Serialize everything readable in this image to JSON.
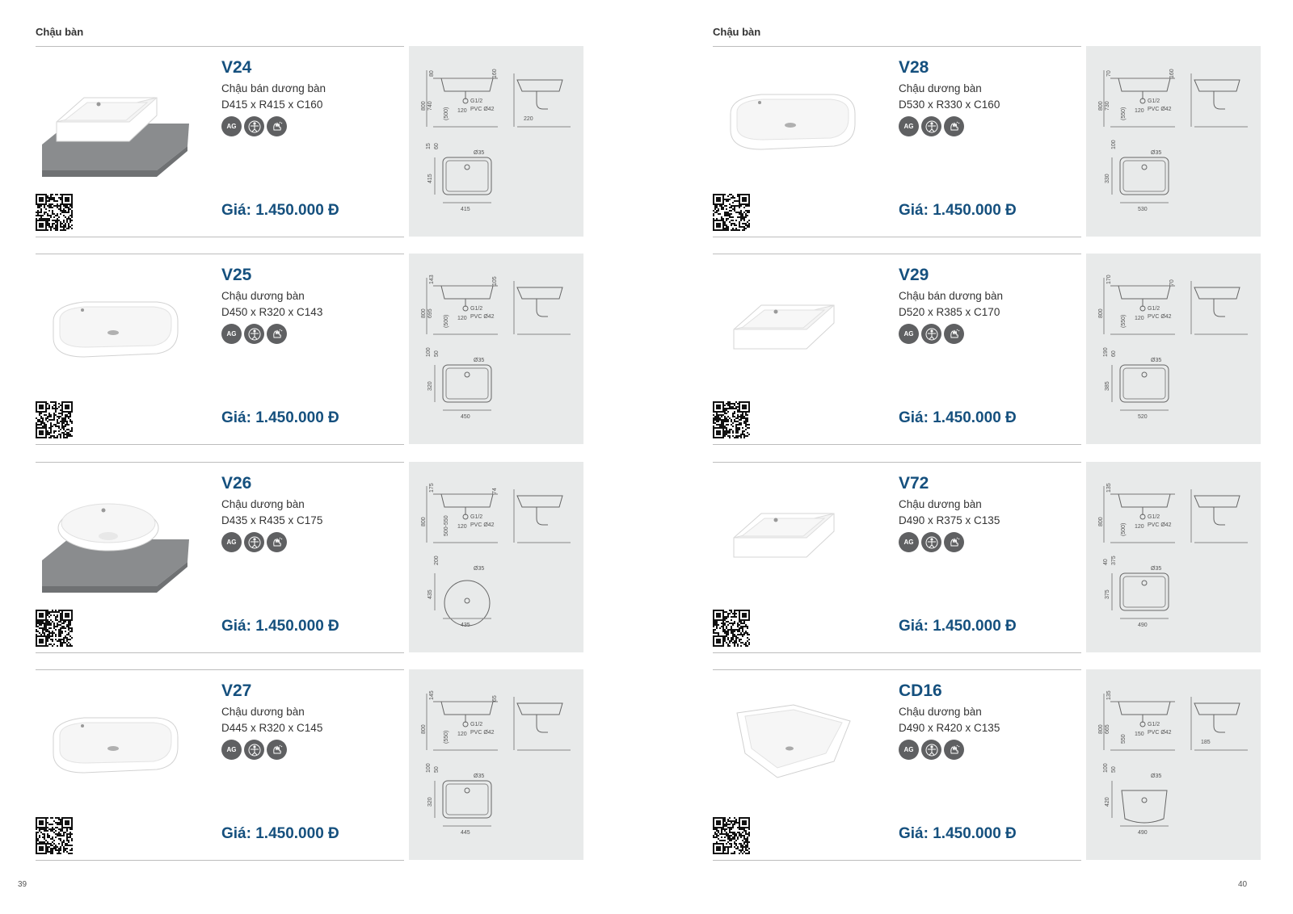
{
  "pages": [
    {
      "section_title": "Chậu bàn",
      "page_number": "39",
      "products": [
        {
          "model": "V24",
          "type": "Chậu bán dương bàn",
          "dims": "D415 x R415 x C160",
          "price": "Giá: 1.450.000 Đ"
        },
        {
          "model": "V25",
          "type": "Chậu dương bàn",
          "dims": "D450 x R320 x C143",
          "price": "Giá: 1.450.000 Đ"
        },
        {
          "model": "V26",
          "type": "Chậu dương bàn",
          "dims": "D435 x R435 x C175",
          "price": "Giá: 1.450.000 Đ"
        },
        {
          "model": "V27",
          "type": "Chậu dương bàn",
          "dims": "D445 x R320 x C145",
          "price": "Giá: 1.450.000 Đ"
        }
      ]
    },
    {
      "section_title": "Chậu bàn",
      "page_number": "40",
      "products": [
        {
          "model": "V28",
          "type": "Chậu dương bàn",
          "dims": "D530 x R330 x C160",
          "price": "Giá: 1.450.000 Đ"
        },
        {
          "model": "V29",
          "type": "Chậu bán dương bàn",
          "dims": "D520 x R385 x C170",
          "price": "Giá: 1.450.000 Đ"
        },
        {
          "model": "V72",
          "type": "Chậu dương bàn",
          "dims": "D490 x R375 x C135",
          "price": "Giá: 1.450.000 Đ"
        },
        {
          "model": "CD16",
          "type": "Chậu dương bàn",
          "dims": "D490 x R420 x C135",
          "price": "Giá: 1.450.000 Đ"
        }
      ]
    }
  ],
  "badge_text": "AG",
  "drawings": {
    "V24": {
      "a": "80",
      "b": "160",
      "c": "800",
      "d": "740",
      "e": "(500)",
      "f": "120",
      "g": "G1/2",
      "h": "PVC Ø42",
      "i": "220",
      "j": "15",
      "k": "60",
      "l": "415",
      "m": "Ø35",
      "n": "415"
    },
    "V25": {
      "a": "143",
      "b": "105",
      "c": "800",
      "d": "695",
      "e": "(500)",
      "f": "120",
      "g": "G1/2",
      "h": "PVC Ø42",
      "i": "",
      "j": "100",
      "k": "50",
      "l": "320",
      "m": "Ø35",
      "n": "450"
    },
    "V26": {
      "a": "175",
      "b": "74",
      "c": "800",
      "d": "",
      "e": "500-550",
      "f": "120",
      "g": "G1/2",
      "h": "PVC Ø42",
      "i": "",
      "j": "",
      "k": "200",
      "l": "435",
      "m": "Ø35",
      "n": "435"
    },
    "V27": {
      "a": "145",
      "b": "65",
      "c": "800",
      "d": "",
      "e": "(550)",
      "f": "120",
      "g": "G1/2",
      "h": "PVC Ø42",
      "i": "",
      "j": "100",
      "k": "50",
      "l": "320",
      "m": "Ø35",
      "n": "445"
    },
    "V28": {
      "a": "70",
      "b": "160",
      "c": "800",
      "d": "730",
      "e": "(550)",
      "f": "120",
      "g": "G1/2",
      "h": "PVC Ø42",
      "i": "",
      "j": "",
      "k": "100",
      "l": "330",
      "m": "Ø35",
      "n": "530"
    },
    "V29": {
      "a": "170",
      "b": "70",
      "c": "800",
      "d": "",
      "e": "(550)",
      "f": "120",
      "g": "G1/2",
      "h": "PVC Ø42",
      "i": "",
      "j": "190",
      "k": "60",
      "l": "385",
      "m": "Ø35",
      "n": "520"
    },
    "V72": {
      "a": "135",
      "b": "",
      "c": "800",
      "d": "",
      "e": "(500)",
      "f": "120",
      "g": "G1/2",
      "h": "PVC Ø42",
      "i": "",
      "j": "40",
      "k": "375",
      "l": "375",
      "m": "Ø35",
      "n": "490"
    },
    "CD16": {
      "a": "135",
      "b": "",
      "c": "800",
      "d": "665",
      "e": "550",
      "f": "150",
      "g": "G1/2",
      "h": "PVC Ø42",
      "i": "185",
      "j": "100",
      "k": "50",
      "l": "420",
      "m": "Ø35",
      "n": "490"
    }
  },
  "colors": {
    "brand_blue": "#15507e",
    "drawing_bg": "#e8eaea",
    "divider": "#bdbdbd",
    "badge": "#5f6062"
  }
}
